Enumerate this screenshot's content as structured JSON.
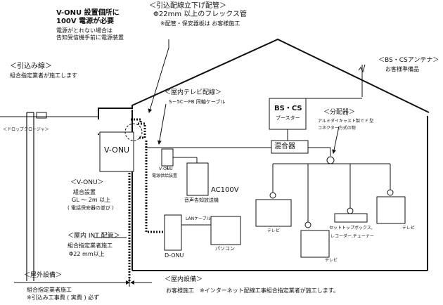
{
  "labels": {
    "vonu_note_1": "V-ONU 設置個所に",
    "vonu_note_2": "100V 電源が必要",
    "vonu_note_3": "電源がとれない場合は",
    "vonu_note_4": "告知受信機手前に電源装置",
    "conduit_1": "＜引込配線立下げ配管＞",
    "conduit_2": "Φ22mm 以上のフレックス管",
    "conduit_3": "※配管・保安器板は お客様施工",
    "dropline_1": "＜引込み線＞",
    "dropline_2": "組合指定業者が施工します",
    "antenna_1": "＜BS・CSアンテナ＞",
    "antenna_2": "お客様準備品",
    "tv_wiring_1": "＜屋内テレビ配線＞",
    "tv_wiring_2": "S－5C－FB 同軸ケーブル",
    "drop_closure": "＜ドロップクロージャ＞",
    "vonu_box": "V-ONU",
    "booster_1": "BS・CS",
    "booster_2": "ブースター",
    "splitter_1": "＜分配器＞",
    "splitter_2": "アルミダイキャスト製で F 型",
    "splitter_3": "コネクター方式の物",
    "mixer": "混合器",
    "power_unit_1": "V-ONU",
    "power_unit_2": "電源供給装置",
    "ac100v": "AC100V",
    "broadcaster": "音声告知放送機",
    "vonu_sec_1": "＜V-ONU＞",
    "vonu_sec_2": "組合設置",
    "vonu_sec_3": "GL ～ 2m 以上",
    "vonu_sec_4": "( 電話保安器の並び )",
    "lan_cable": "LANケーブル",
    "pc": "パソコン",
    "donu": "D-ONU",
    "int_1": "＜屋内 INT 配管＞",
    "int_2": "組合指定業者施工",
    "int_3": "Φ22 mm以上",
    "tv_left": "テレビ",
    "tv_center": "テレビ",
    "tv_right": "テレビ",
    "settop": "セットトップボックス,",
    "recorder": "レコーダー,チューナー",
    "outdoor_1": "＜屋外設備＞",
    "outdoor_2": "組合指定業者施工",
    "outdoor_3": "※引込み工事費 ( 実費 ) 必ず",
    "indoor_1": "＜屋内設備＞",
    "indoor_2": "お客様施工　※インターネット配線工事組合指定業者が施工します。"
  }
}
